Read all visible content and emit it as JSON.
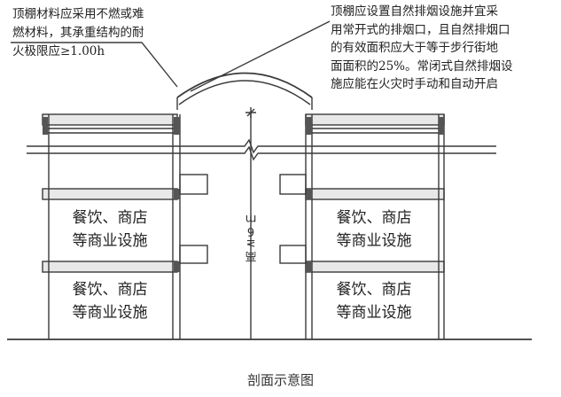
{
  "notes": {
    "ceiling_material": [
      "顶棚材料应采用不燃或难",
      "燃材料，其承重结构的耐",
      "火极限应≥1.00h"
    ],
    "smoke_exhaust": [
      "顶棚应设置自然排烟设施并宜采",
      "用常开式的排烟口，且自然排烟口",
      "的有效面积应大于等于步行街地",
      "面面积的25%。常闭式自然排烟设",
      "施应能在火灾时手动和自动开启"
    ]
  },
  "shops": {
    "left_middle": [
      "餐饮、商店",
      "等商业设施"
    ],
    "left_lower": [
      "餐饮、商店",
      "等商业设施"
    ],
    "right_middle": [
      "餐饮、商店",
      "等商业设施"
    ],
    "right_lower": [
      "餐饮、商店",
      "等商业设施"
    ]
  },
  "height_label": "高≥6m",
  "caption": "剖面示意图",
  "colors": {
    "line": "#3a3a3a",
    "slab_fill": "#e8e8e8",
    "column_fill": "#555555"
  }
}
